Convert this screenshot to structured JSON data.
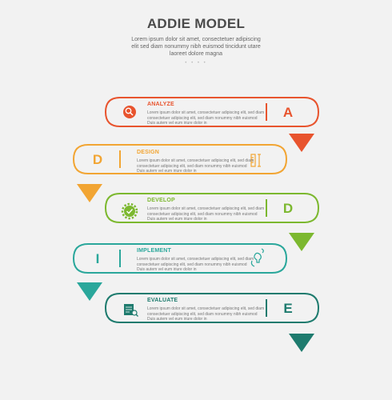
{
  "header": {
    "title": "ADDIE MODEL",
    "subtitle_line1": "Lorem ipsum dolor sit amet, consectetuer adipiscing",
    "subtitle_line2": "elit sed diam nonummy nibh euismod tincidunt utare",
    "subtitle_line3": "laoreet dolore magna",
    "dots": "• • • •"
  },
  "steps": [
    {
      "title": "ANALYZE",
      "letter": "A",
      "color": "#e8542e",
      "icon": "magnifier-icon",
      "body_line1": "Lorem ipsum dolor sit amet, consectetuer adipiscing elit, sed diam",
      "body_line2": "consectetuer adipiscing elit, sed diam nonummy nibh euismod",
      "body_line3": "Duis autem vel eum iriure dolor in"
    },
    {
      "title": "DESIGN",
      "letter": "D",
      "color": "#f2a533",
      "icon": "ruler-icon",
      "body_line1": "Lorem ipsum dolor sit amet, consectetuer adipiscing elit, sed diam",
      "body_line2": "consectetuer adipiscing elit, sed diam nonummy nibh euismod",
      "body_line3": "Duis autem vel eum iriure dolor in"
    },
    {
      "title": "DEVELOP",
      "letter": "D",
      "color": "#7cb82f",
      "icon": "gear-check-icon",
      "body_line1": "Lorem ipsum dolor sit amet, consectetuer adipiscing elit, sed diam",
      "body_line2": "consectetuer adipiscing elit, sed diam nonummy nibh euismod",
      "body_line3": "Duis autem vel eum iriure dolor in"
    },
    {
      "title": "IMPLEMENT",
      "letter": "I",
      "color": "#2aa79b",
      "icon": "lightbulb-cycle-icon",
      "body_line1": "Lorem ipsum dolor sit amet, consectetuer adipiscing elit, sed diam",
      "body_line2": "consectetuer adipiscing elit, sed diam nonummy nibh euismod",
      "body_line3": "Duis autem vel eum iriure dolor in"
    },
    {
      "title": "EVALUATE",
      "letter": "E",
      "color": "#1e7b6e",
      "icon": "document-search-icon",
      "body_line1": "Lorem ipsum dolor sit amet, consectetuer adipiscing elit, sed diam",
      "body_line2": "consectetuer adipiscing elit, sed diam nonummy nibh euismod",
      "body_line3": "Duis autem vel eum iriure dolor in"
    }
  ]
}
